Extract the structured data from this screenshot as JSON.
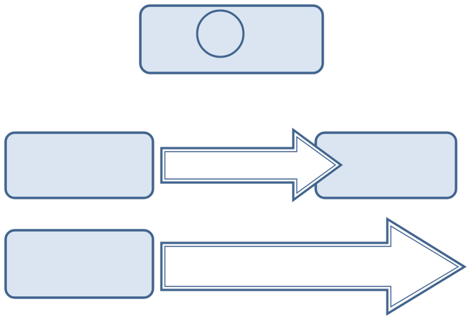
{
  "diagram": {
    "colors": {
      "box_fill": "#dbe5f1",
      "stroke": "#41648e",
      "arrow_fill": "#ffffff"
    },
    "elements": [
      {
        "kind": "box-with-circle",
        "name": "top-box",
        "label": ""
      },
      {
        "kind": "box",
        "name": "middle-left-box",
        "label": ""
      },
      {
        "kind": "box",
        "name": "middle-right-box",
        "label": ""
      },
      {
        "kind": "box",
        "name": "bottom-left-box",
        "label": ""
      },
      {
        "kind": "arrow",
        "name": "short-arrow",
        "direction": "right",
        "from": "middle-left-box",
        "to": "middle-right-box"
      },
      {
        "kind": "arrow",
        "name": "long-arrow",
        "direction": "right",
        "from": "bottom-left-box",
        "to": ""
      }
    ]
  }
}
